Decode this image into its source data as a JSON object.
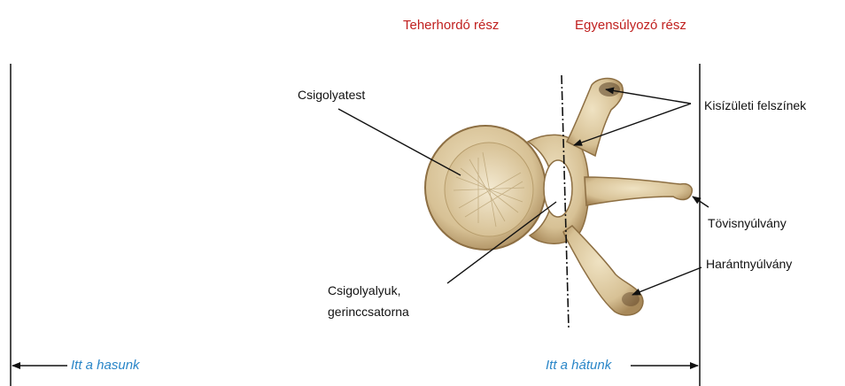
{
  "headings": {
    "load_part": "Teherhordó rész",
    "balance_part": "Egyensúlyozó rész"
  },
  "labels": {
    "body": "Csigolyatest",
    "articular": "Kisízületi felszínek",
    "spinous": "Tövisnyúlvány",
    "transverse": "Harántnyúlvány",
    "foramen_line1": "Csigolyalyuk,",
    "foramen_line2": "gerinccsatorna"
  },
  "directions": {
    "belly": "Itt a hasunk",
    "back": "Itt a hátunk"
  },
  "colors": {
    "heading_red": "#c0201f",
    "direction_blue": "#2a86c8",
    "bone": "#d9c49c"
  }
}
